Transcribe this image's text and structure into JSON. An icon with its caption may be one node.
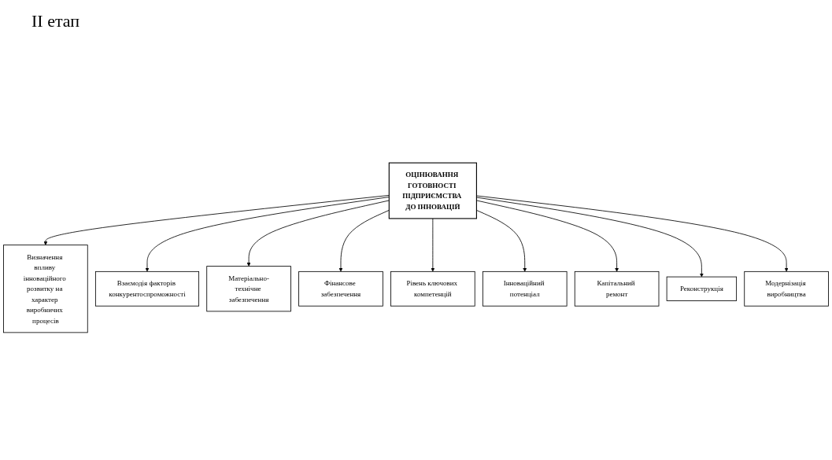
{
  "diagram": {
    "nodes": [
      {
        "text": [
          "ОЦІНЮВАННЯ ГОТОВНОСТІ ПІДПРИЄМСТВА ДО ІННОВАЦІЙ"
        ]
      },
      {
        "text": [
          "Визначення впливу інноваційного розвитку на характер виробничих процесів"
        ]
      },
      {
        "text": [
          "Взаємодія факторів конкурентоспроможності"
        ]
      },
      {
        "text": [
          "Матеріально-технічне забезпечення"
        ]
      },
      {
        "text": [
          "Фінансове забезпечення"
        ]
      },
      {
        "text": [
          "Рівень ключових компетенцій"
        ]
      },
      {
        "text": [
          "Інноваційний потенціал"
        ]
      },
      {
        "text": [
          "Капітальний ремонт"
        ]
      },
      {
        "text": [
          "Реконструкція"
        ]
      },
      {
        "text": [
          "Модернізація виробництва"
        ]
      }
    ],
    "edges": [
      {
        "from": 0,
        "to": 1,
        "arrow": "to"
      },
      {
        "from": 0,
        "to": 2,
        "arrow": "to"
      },
      {
        "from": 0,
        "to": 3,
        "arrow": "to"
      },
      {
        "from": 0,
        "to": 4,
        "arrow": "to"
      },
      {
        "from": 0,
        "to": 5,
        "arrow": "to"
      },
      {
        "from": 0,
        "to": 6,
        "arrow": "to"
      },
      {
        "from": 0,
        "to": 7,
        "arrow": "to"
      },
      {
        "from": 0,
        "to": 8,
        "arrow": "to"
      },
      {
        "from": 0,
        "to": 9,
        "arrow": "to"
      }
    ],
    "labels": [
      "ІІ етап"
    ]
  }
}
